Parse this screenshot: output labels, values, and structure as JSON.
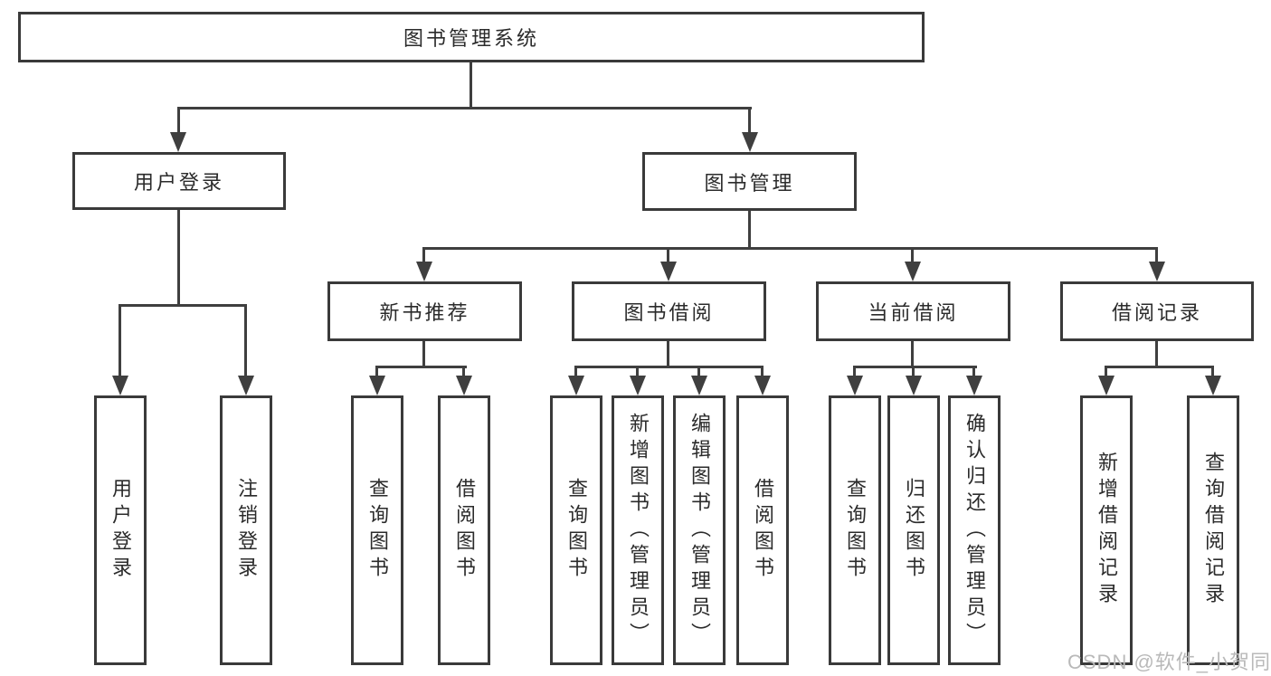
{
  "tree": {
    "label": "图书管理系统",
    "children": [
      {
        "label": "用户登录",
        "children": [
          {
            "label": "用户登录"
          },
          {
            "label": "注销登录"
          }
        ]
      },
      {
        "label": "图书管理",
        "children": [
          {
            "label": "新书推荐",
            "children": [
              {
                "label": "查询图书"
              },
              {
                "label": "借阅图书"
              }
            ]
          },
          {
            "label": "图书借阅",
            "children": [
              {
                "label": "查询图书"
              },
              {
                "label": "新增图书（管理员）"
              },
              {
                "label": "编辑图书（管理员）"
              },
              {
                "label": "借阅图书"
              }
            ]
          },
          {
            "label": "当前借阅",
            "children": [
              {
                "label": "查询图书"
              },
              {
                "label": "归还图书"
              },
              {
                "label": "确认归还（管理员）"
              }
            ]
          },
          {
            "label": "借阅记录",
            "children": [
              {
                "label": "新增借阅记录"
              },
              {
                "label": "查询借阅记录"
              }
            ]
          }
        ]
      }
    ]
  },
  "watermark": "CSDN @软件_小贺同学",
  "colors": {
    "line": "#3f3f3f",
    "box_border": "#3a3a3a",
    "text": "#2b2b2b",
    "watermark": "#b9b9b9",
    "background": "#ffffff"
  }
}
